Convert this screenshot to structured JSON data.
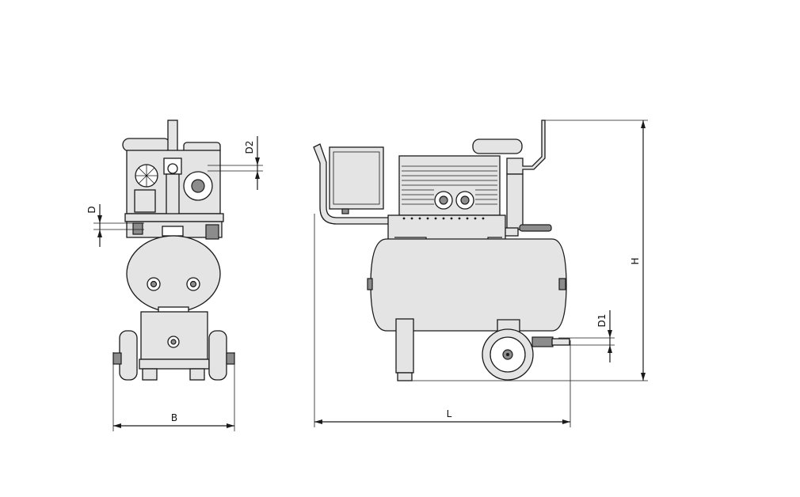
{
  "dimensions": {
    "B": "B",
    "L": "L",
    "H": "H",
    "D": "D",
    "D1": "D1",
    "D2": "D2"
  },
  "colors": {
    "line": "#1a1a1a",
    "fill": "#e4e4e4",
    "background": "#ffffff"
  }
}
